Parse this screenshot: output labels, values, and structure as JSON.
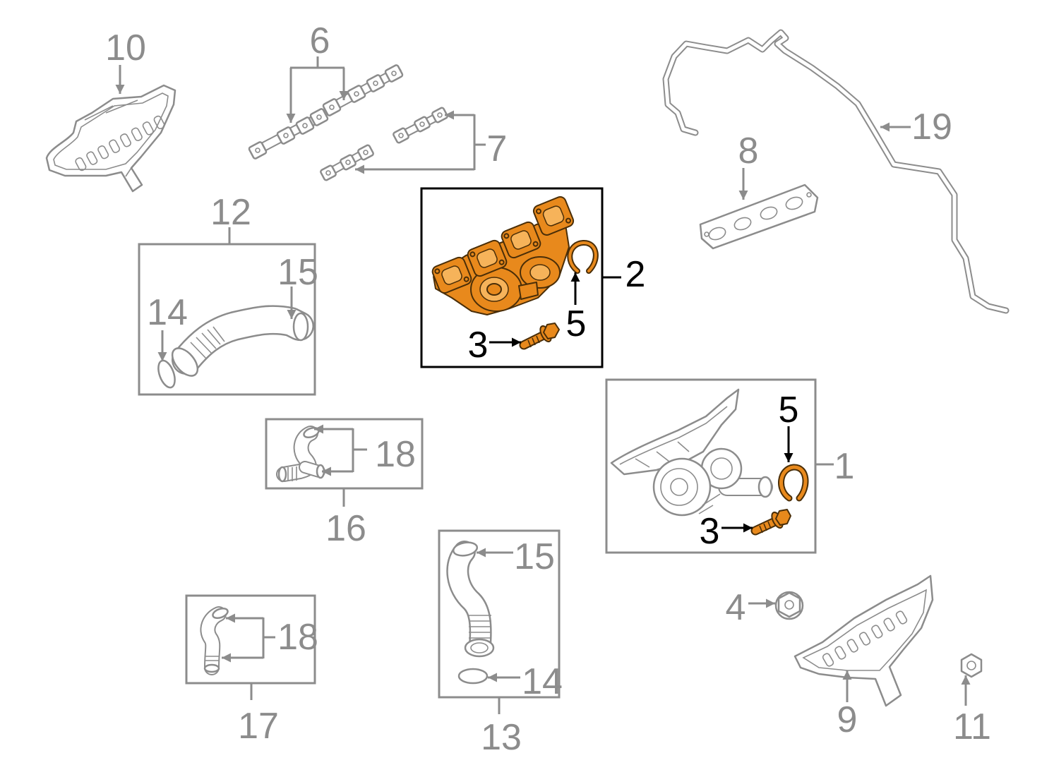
{
  "parts": {
    "shield_upper": "10",
    "gasket_pair": "6",
    "gasket_small": "7",
    "pipe": "19",
    "flange_gasket": "8",
    "nut_flanged": "4",
    "shield_lower": "9",
    "nut_hex": "11"
  },
  "box_12": {
    "number": "12",
    "hose": "15",
    "seal": "14"
  },
  "box_2": {
    "number": "2",
    "clip": "5",
    "bolt": "3"
  },
  "box_1": {
    "number": "1",
    "clip": "5",
    "bolt": "3"
  },
  "box_16": {
    "number": "16",
    "hoses": "18"
  },
  "box_13": {
    "number": "13",
    "hose": "15",
    "seal": "14"
  },
  "box_17": {
    "number": "17",
    "hoses": "18"
  },
  "colors": {
    "line": "#8c8c8c",
    "muted_text": "#8c8c8c",
    "active_text": "#000000",
    "highlight": "#e8891c",
    "highlight_light": "#f6b35a",
    "highlight_edge": "#4a2e08"
  }
}
